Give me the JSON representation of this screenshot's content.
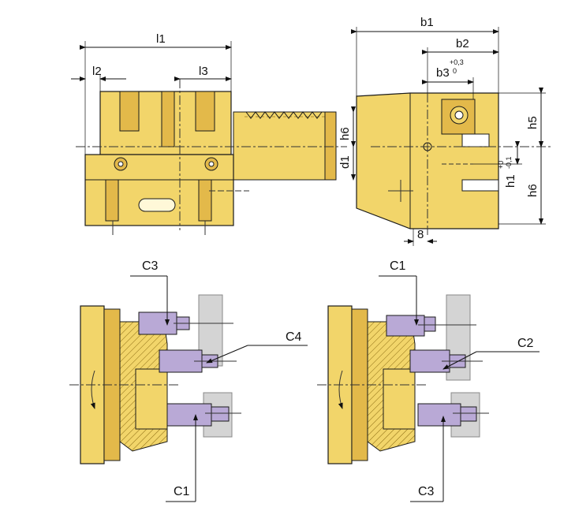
{
  "top_view": {
    "dims": {
      "l1": "l1",
      "l2": "l2",
      "l3": "l3",
      "h6": "h6",
      "d1": "d1"
    }
  },
  "side_view": {
    "dims": {
      "b1": "b1",
      "b2": "b2",
      "b3": "b3",
      "b3_tol_upper": "+0,3",
      "b3_tol_lower": "0",
      "h5": "h5",
      "h1": "h1",
      "h1_tol_upper": "+0",
      "h1_tol_lower": "-0,1",
      "h6": "h6",
      "width_8": "8"
    }
  },
  "left_setup": {
    "callouts": {
      "top": "C3",
      "middle": "C4",
      "bottom": "C1"
    }
  },
  "right_setup": {
    "callouts": {
      "top": "C1",
      "middle": "C2",
      "bottom": "C3"
    }
  },
  "colors": {
    "body_fill": "#F2D56A",
    "body_shade": "#E3B94A",
    "tool_fill": "#B9A9D6",
    "workpiece_fill": "#D4D4D4",
    "line": "#1a1a1a"
  }
}
